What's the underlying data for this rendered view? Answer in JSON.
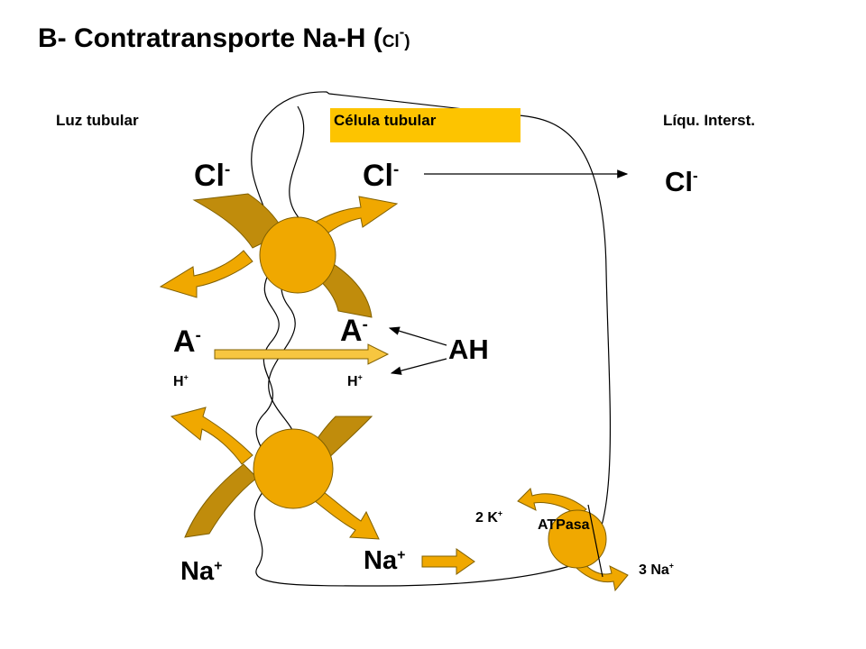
{
  "title": {
    "main": "B- Contratransporte Na-H (",
    "ion": "Cl",
    "sup": "-",
    "close": ")"
  },
  "regions": {
    "lumen": "Luz tubular",
    "cell": "Célula tubular",
    "interstitium": "Líqu. Interst."
  },
  "ions": {
    "cl_lumen": {
      "base": "Cl",
      "sup": "-"
    },
    "cl_cell": {
      "base": "Cl",
      "sup": "-"
    },
    "cl_interstitium": {
      "base": "Cl",
      "sup": "-"
    },
    "a_lumen": {
      "base": "A",
      "sup": "-"
    },
    "a_cell": {
      "base": "A",
      "sup": "-"
    },
    "h_lumen": {
      "base": "H",
      "sup": "+"
    },
    "h_cell": {
      "base": "H",
      "sup": "+"
    },
    "ah": "AH",
    "na_lumen": {
      "base": "Na",
      "sup": "+"
    },
    "na_cell": {
      "base": "Na",
      "sup": "+"
    },
    "k_pump": {
      "base": "2 K",
      "sup": "+"
    },
    "na_pump": {
      "base": "3 Na",
      "sup": "+"
    },
    "atpase": "ATPasa"
  },
  "colors": {
    "dark_gold": "#C08C0C",
    "gold": "#F0A800",
    "light_gold": "#F7C640",
    "highlight": "#FDC400",
    "line": "#000000"
  }
}
